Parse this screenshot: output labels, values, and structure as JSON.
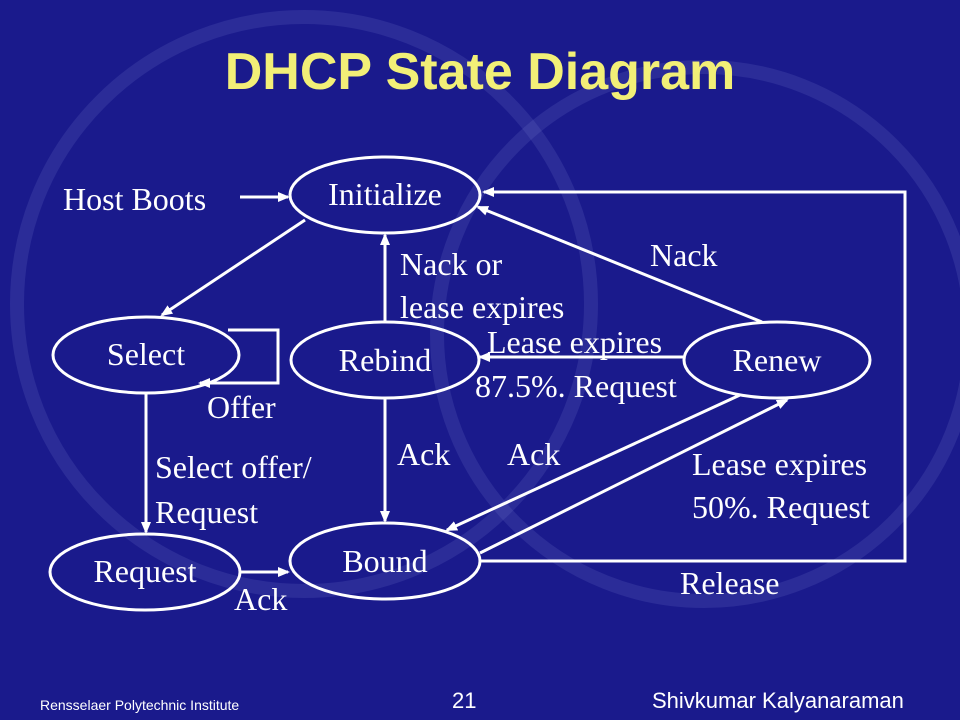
{
  "title": "DHCP State Diagram",
  "states": {
    "initialize": "Initialize",
    "select": "Select",
    "rebind": "Rebind",
    "renew": "Renew",
    "request": "Request",
    "bound": "Bound"
  },
  "transitions": {
    "host_boots": "Host Boots",
    "nack_or": "Nack or",
    "lease_expires_short": "lease expires",
    "nack": "Nack",
    "lease_expires_875_a": "Lease expires",
    "lease_expires_875_b": "87.5%. Request",
    "offer": "Offer",
    "ack_rebind": "Ack",
    "ack_renew": "Ack",
    "select_offer_a": "Select offer/",
    "select_offer_b": "Request",
    "lease_expires_50_a": "Lease expires",
    "lease_expires_50_b": "50%. Request",
    "ack_request": "Ack",
    "release": "Release"
  },
  "footer": {
    "institute": "Rensselaer Polytechnic Institute",
    "page": "21",
    "author": "Shivkumar Kalyanaraman"
  },
  "colors": {
    "background": "#1a1a8c",
    "title": "#f2ef77",
    "lines": "#ffffff"
  }
}
